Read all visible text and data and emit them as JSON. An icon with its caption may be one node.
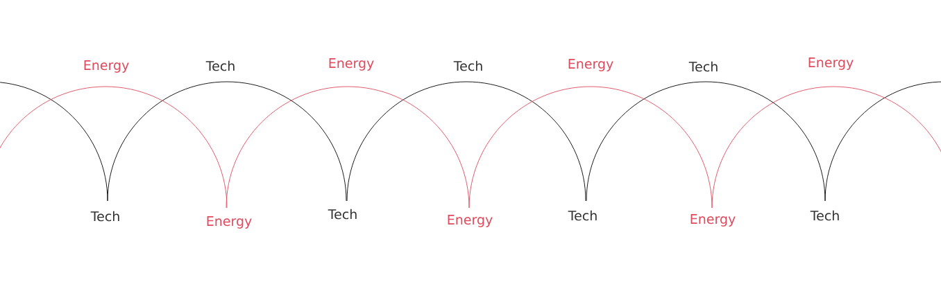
{
  "diagram": {
    "labels": [
      "Energy",
      "Tech",
      "Energy",
      "Tech",
      "Energy",
      "Tech",
      "Energy",
      "Tech",
      "Energy",
      "Tech",
      "Energy",
      "Tech",
      "Energy",
      "Tech"
    ]
  }
}
